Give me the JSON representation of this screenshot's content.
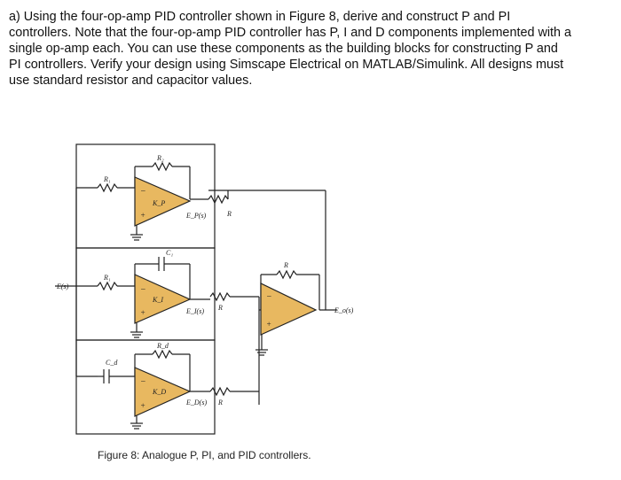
{
  "question": {
    "lines": [
      "a) Using the four-op-amp PID controller shown in Figure 8, derive and construct P and PI",
      "controllers. Note that the four-op-amp PID controller has P, I and D components implemented with a",
      "single op-amp each. You can use these components as the building blocks for constructing P and",
      "PI controllers. Verify your design using Simscape Electrical on MATLAB/Simulink. All designs must",
      "use standard resistor and capacitor values."
    ]
  },
  "figure": {
    "caption": "Figure 8: Analogue P, PI, and PID controllers.",
    "labels": {
      "input": "E(s)",
      "output": "E_o(s)",
      "p_block": {
        "r1": "R₁",
        "r2": "R₂",
        "gain": "K_P",
        "out": "E_P(s)",
        "r": "R"
      },
      "i_block": {
        "r": "R₁",
        "c": "C₁",
        "gain": "K_I",
        "out": "E_I(s)",
        "rr": "R"
      },
      "d_block": {
        "c": "C_d",
        "r": "R_d",
        "gain": "K_D",
        "out": "E_D(s)",
        "rr": "R"
      },
      "summer": {
        "r": "R"
      }
    },
    "colors": {
      "opamp_fill": "#e8b860",
      "wire": "#222222"
    }
  }
}
